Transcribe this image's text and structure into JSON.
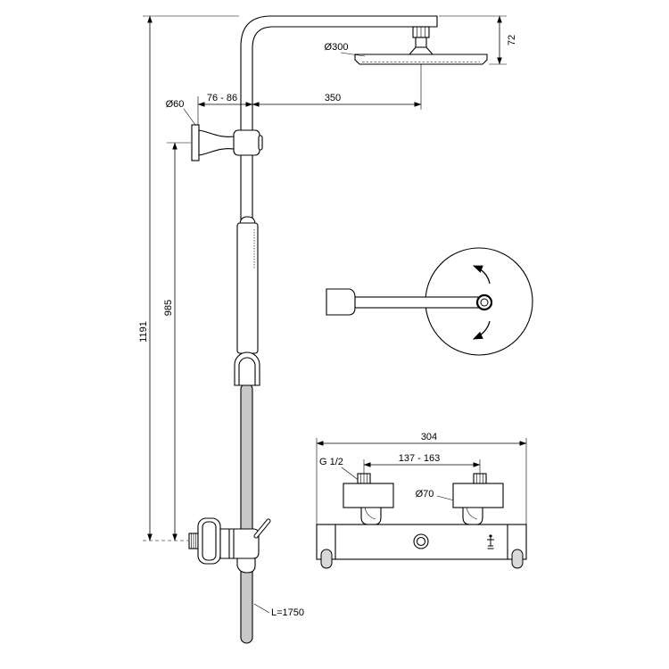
{
  "labels": {
    "head_diameter": "Ø300",
    "head_height": "72",
    "bracket_diameter": "Ø60",
    "bracket_offset": "76 - 86",
    "arm_length": "350",
    "total_height": "1191",
    "bracket_height": "985",
    "mixer_width": "304",
    "inlet_thread": "G 1/2",
    "inlet_spacing": "137 - 163",
    "escutcheon_diameter": "Ø70",
    "hose_length": "L=1750"
  },
  "colors": {
    "line": "#000000",
    "hose": "#c8c8c8",
    "background": "#ffffff"
  }
}
